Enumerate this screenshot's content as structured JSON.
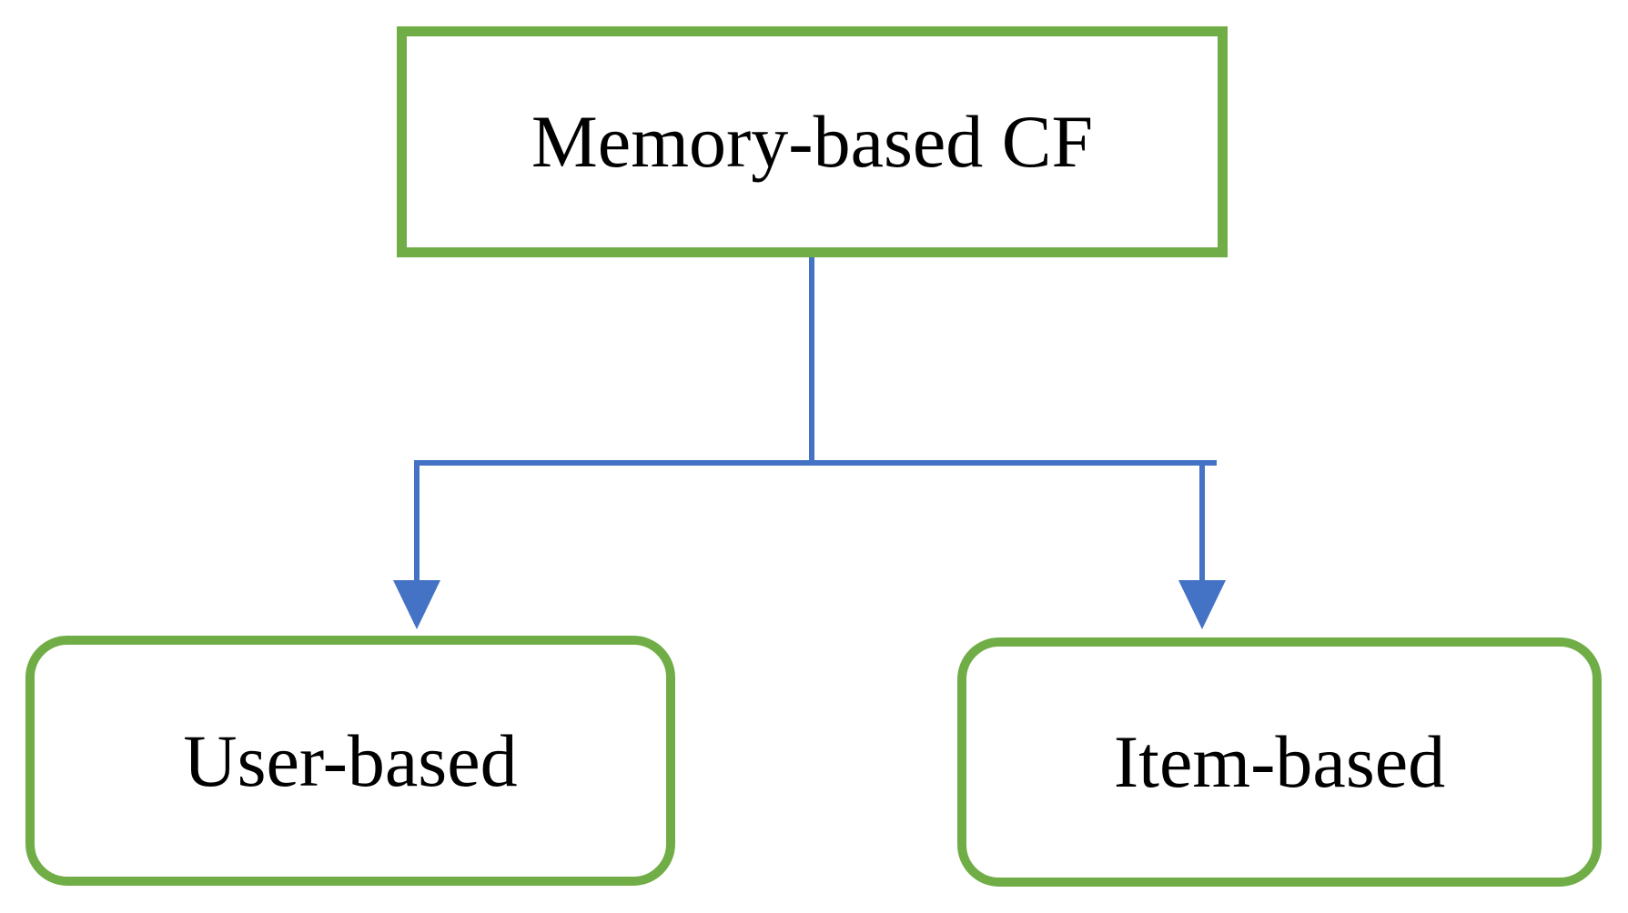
{
  "diagram": {
    "type": "tree",
    "nodes": {
      "root": {
        "label": "Memory-based CF"
      },
      "children": [
        {
          "label": "User-based"
        },
        {
          "label": "Item-based"
        }
      ]
    },
    "edges": [
      {
        "from": "Memory-based CF",
        "to": "User-based",
        "style": "elbow-arrow"
      },
      {
        "from": "Memory-based CF",
        "to": "Item-based",
        "style": "elbow-arrow"
      }
    ]
  },
  "colors": {
    "node_border": "#70AD47",
    "connector": "#4472C4",
    "text": "#000000",
    "background": "#FFFFFF"
  }
}
